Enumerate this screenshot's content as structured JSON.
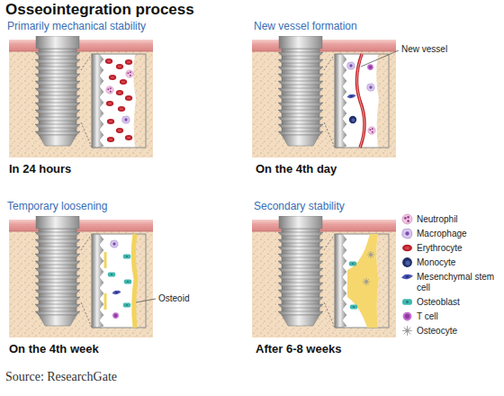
{
  "diagram": {
    "title": "Osseointegration process",
    "caption": "Source: ResearchGate",
    "nodes": [
      {
        "text": [
          "Primarily mechanical stability",
          "In 24 hours"
        ]
      },
      {
        "text": [
          "New vessel formation",
          "On the 4th day"
        ]
      },
      {
        "text": [
          "Temporary loosening",
          "On the 4th week"
        ]
      },
      {
        "text": [
          "Secondary stability",
          "After 6-8 weeks"
        ]
      }
    ],
    "labels": [
      "New vessel",
      "Osteoid"
    ],
    "legend": [
      {
        "text": "Neutrophil"
      },
      {
        "text": "Macrophage"
      },
      {
        "text": "Erythrocyte"
      },
      {
        "text": "Monocyte"
      },
      {
        "text": "Mesenchymal stem cell"
      },
      {
        "text": "Osteoblast"
      },
      {
        "text": "T cell"
      },
      {
        "text": "Osteocyte"
      }
    ]
  }
}
